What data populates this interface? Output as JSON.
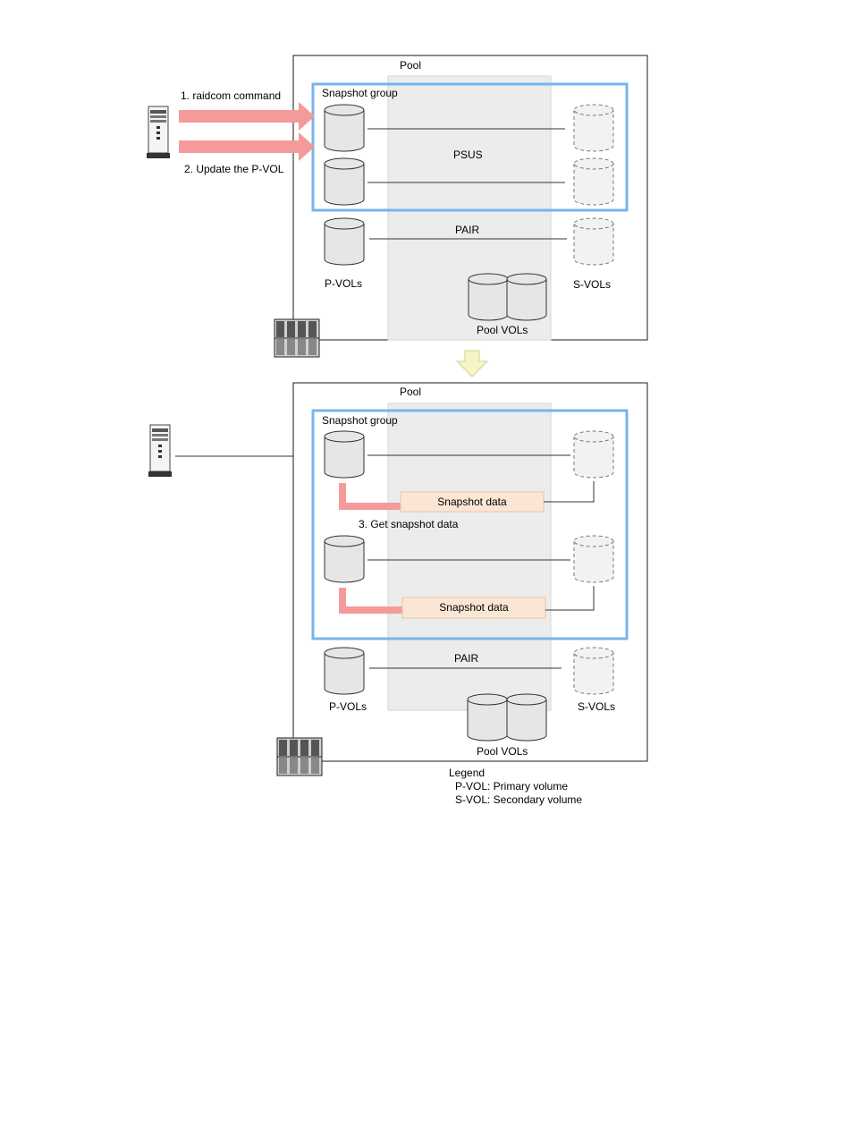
{
  "colors": {
    "frame": "#1a1a1a",
    "pool_area": "#ececec",
    "snapshot_group_border": "#78b4ea",
    "arrow": "#f59a9a",
    "snapshot_data_fill": "#fbe6d6",
    "transition_arrow": "#f5f5c8"
  },
  "panel_before": {
    "pool_label": "Pool",
    "snapshot_group_label": "Snapshot group",
    "step1_label": "1. raidcom command",
    "step2_label": "2. Update the P-VOL",
    "psus_label": "PSUS",
    "pair_label": "PAIR",
    "pvols_label": "P-VOLs",
    "svols_label": "S-VOLs",
    "pool_vols_label": "Pool VOLs"
  },
  "panel_after": {
    "pool_label": "Pool",
    "snapshot_group_label": "Snapshot group",
    "snapshot_data_1": "Snapshot data",
    "step3_label": "3. Get snapshot data",
    "snapshot_data_2": "Snapshot data",
    "pair_label": "PAIR",
    "pvols_label": "P-VOLs",
    "svols_label": "S-VOLs",
    "pool_vols_label": "Pool VOLs"
  },
  "legend": {
    "title": "Legend",
    "entries": [
      "P-VOL: Primary volume",
      "S-VOL: Secondary volume"
    ]
  }
}
